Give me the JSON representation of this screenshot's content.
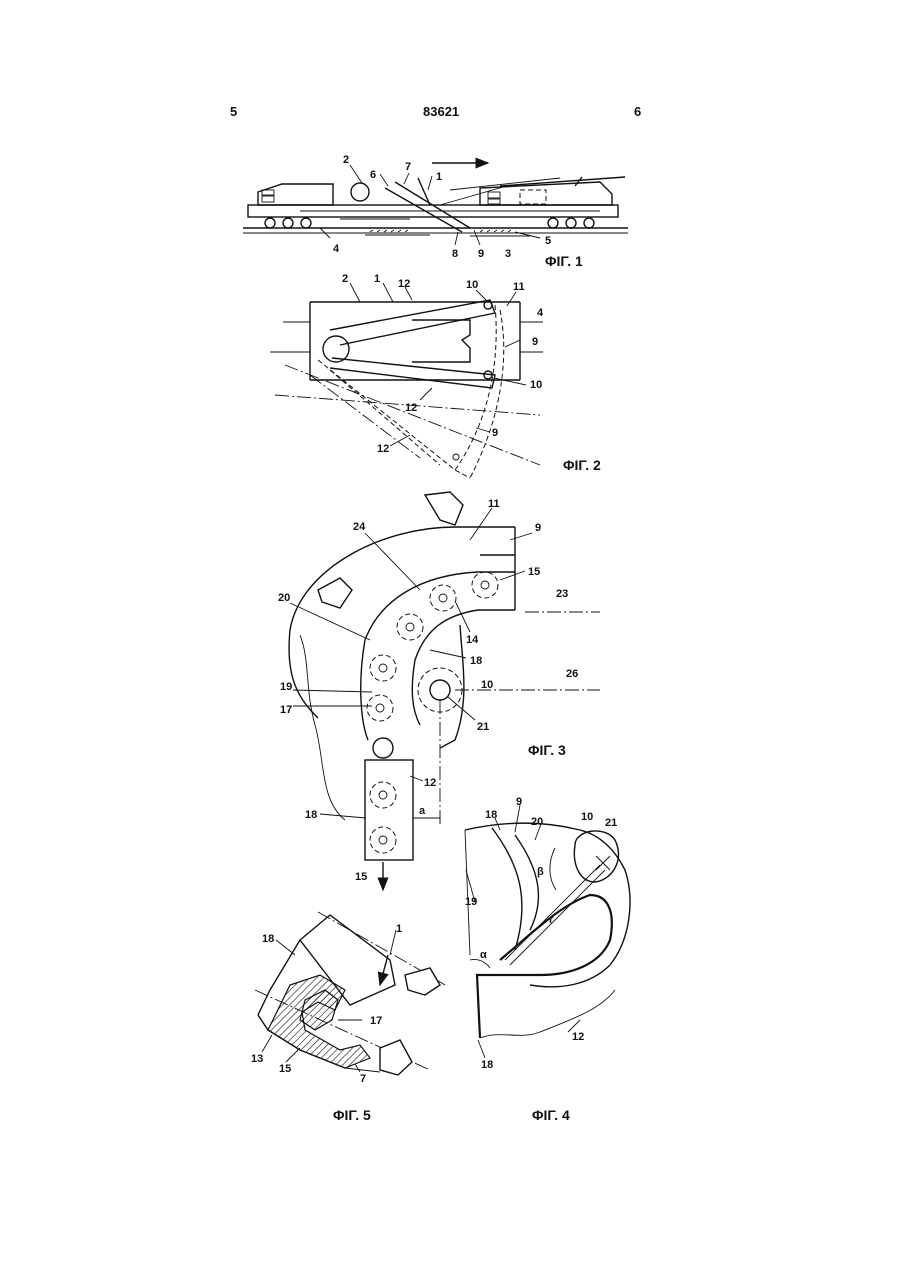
{
  "header": {
    "left_page": "5",
    "patent_number": "83621",
    "right_page": "6"
  },
  "fig1": {
    "caption": "ΦΙΓ. 1",
    "labels": [
      "2",
      "6",
      "7",
      "1",
      "4",
      "8",
      "9",
      "3",
      "5"
    ]
  },
  "fig2": {
    "caption": "ΦΙΓ. 2",
    "labels": [
      "2",
      "1",
      "12",
      "10",
      "11",
      "4",
      "9",
      "10",
      "12",
      "9",
      "12"
    ]
  },
  "fig3": {
    "caption": "ΦΙΓ. 3",
    "labels": [
      "11",
      "9",
      "24",
      "15",
      "23",
      "20",
      "14",
      "18",
      "10",
      "26",
      "19",
      "17",
      "21",
      "12",
      "18",
      "a",
      "15"
    ]
  },
  "fig4": {
    "caption": "ΦΙΓ. 4",
    "labels": [
      "9",
      "18",
      "20",
      "10",
      "21",
      "β",
      "19",
      "r",
      "α",
      "12",
      "18"
    ]
  },
  "fig5": {
    "caption": "ΦΙΓ. 5",
    "labels": [
      "18",
      "1",
      "17",
      "13",
      "15",
      "7"
    ]
  }
}
